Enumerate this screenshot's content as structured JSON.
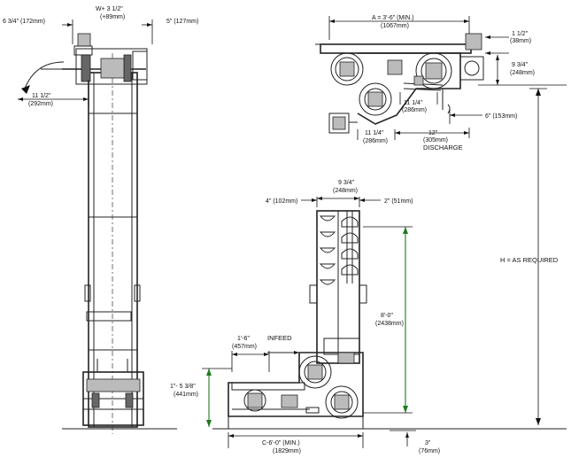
{
  "dimensions": {
    "left_width": "6 3/4\" (172mm)",
    "w_plus": "W+ 3 1/2\"",
    "w_plus_mm": "(+89mm)",
    "five": "5\" (127mm)",
    "eleven_half": "11 1/2\"",
    "eleven_half_mm": "(292mm)",
    "a_dim": "A = 3'-6\" (MIN.)",
    "a_dim_mm": "(1067mm)",
    "one_half": "1 1/2\"",
    "one_half_mm": "(38mm)",
    "nine_three_quarter_top": "9 3/4\"",
    "nine_three_quarter_top_mm": "(248mm)",
    "eleven_quarter_a": "11 1/4\"",
    "eleven_quarter_a_mm": "(286mm)",
    "six": "6\" (153mm)",
    "eleven_quarter_b": "11 1/4\"",
    "eleven_quarter_b_mm": "(286mm)",
    "twelve": "12\"",
    "twelve_mm": "(305mm)",
    "discharge": "DISCHARGE",
    "nine_three_quarter_mid": "9 3/4\"",
    "nine_three_quarter_mid_mm": "(248mm)",
    "four": "4\" (102mm)",
    "two": "2\" (51mm)",
    "h_label": "H = AS REQUIRED",
    "eight": "8'-0\"",
    "eight_mm": "(2438mm)",
    "one_six": "1'-6\"",
    "one_six_mm": "(457mm)",
    "infeed": "INFEED",
    "one_five": "1\"- 5 3/8\"",
    "one_five_mm": "(441mm)",
    "c_dim": "C-6'-0\" (MIN.)",
    "c_dim_mm": "(1829mm)",
    "three": "3\"",
    "three_mm": "(76mm)"
  }
}
